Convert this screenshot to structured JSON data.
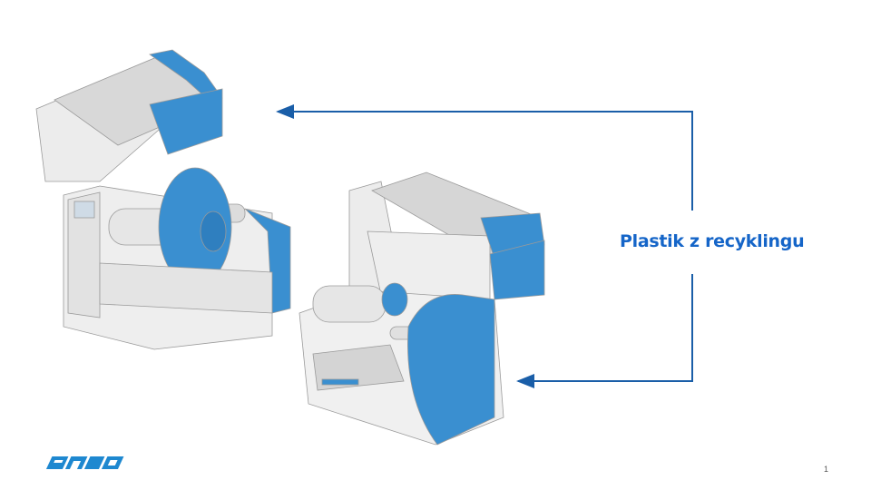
{
  "slide": {
    "callout": "Plastik z recyklingu",
    "page_number": "1",
    "logo_text": "SATO",
    "colors": {
      "accent": "#1565c8",
      "arrow": "#1a5ea8",
      "recycled_plastic": "#3a8fd0",
      "logo": "#1e88d0"
    }
  }
}
